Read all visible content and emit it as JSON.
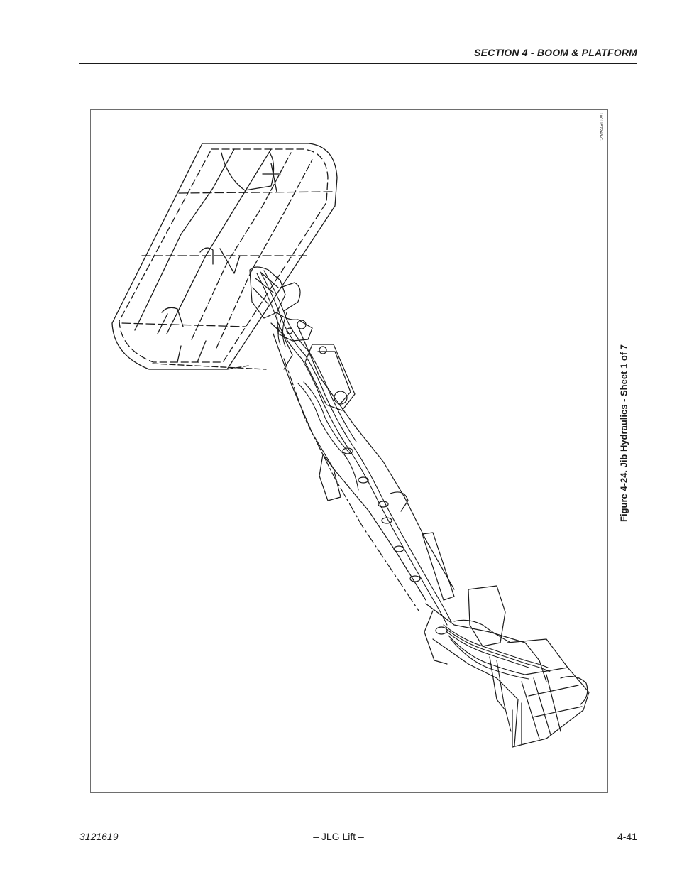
{
  "header": {
    "section_title": "SECTION 4 - BOOM & PLATFORM"
  },
  "figure": {
    "caption": "Figure 4-24.  Jib Hydraulics - Sheet 1 of 7",
    "drawing_id": "1001157243-C"
  },
  "footer": {
    "doc_number": "3121619",
    "center_text": "– JLG Lift –",
    "page_number": "4-41"
  },
  "colors": {
    "line": "#1a1a1a",
    "frame": "#6e6e6e",
    "background": "#ffffff"
  }
}
